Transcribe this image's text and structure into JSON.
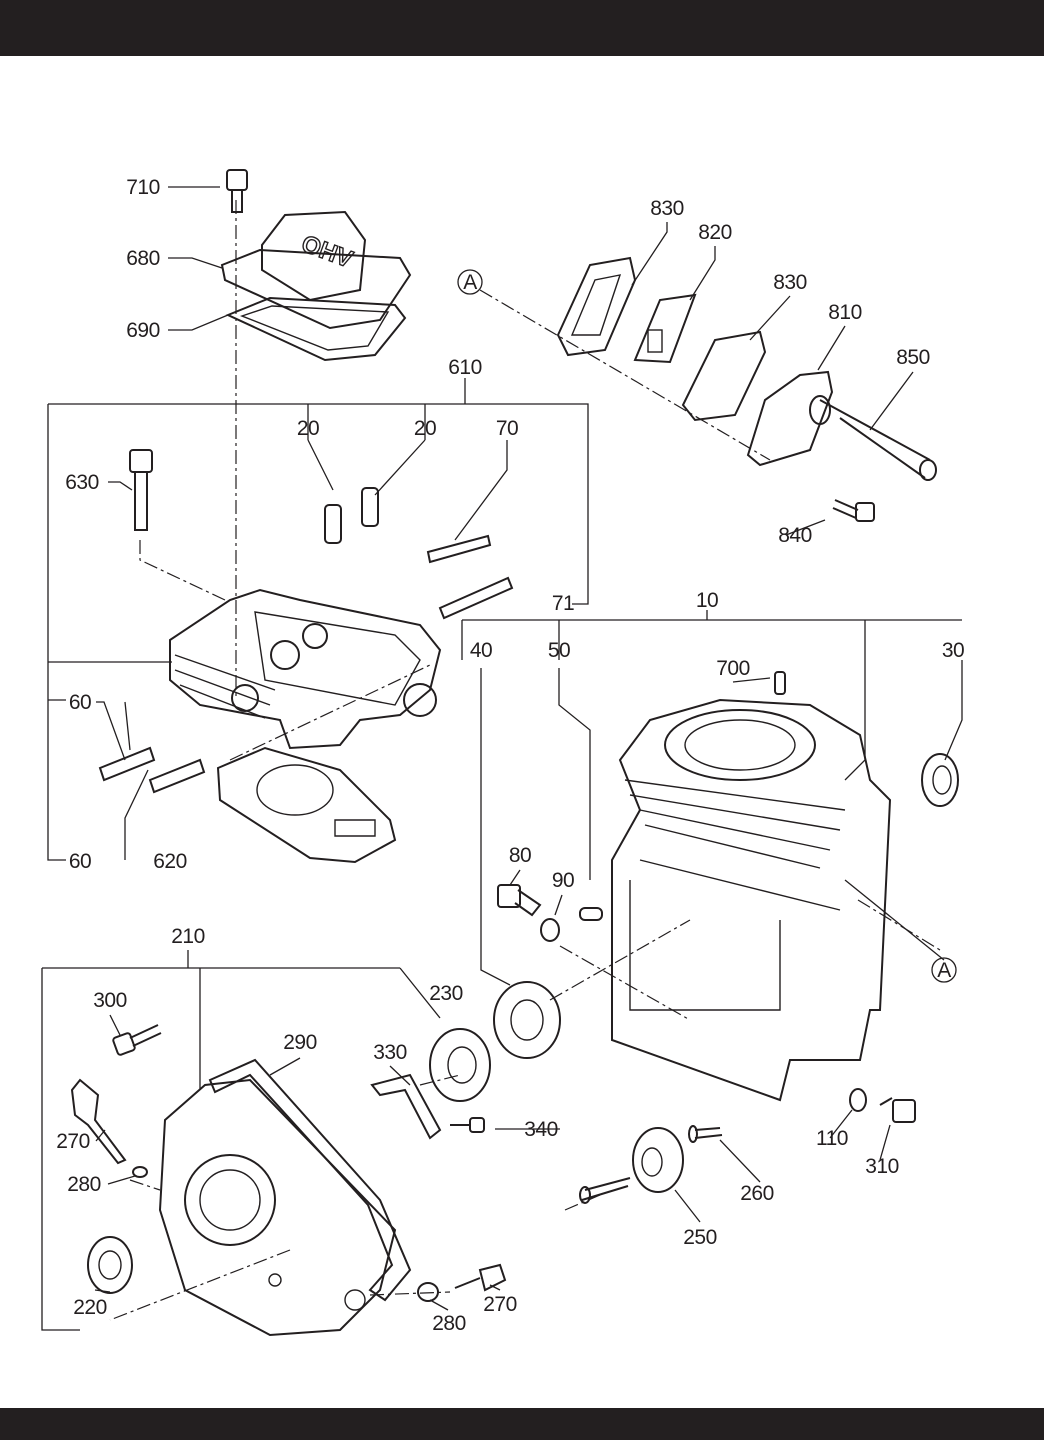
{
  "page": {
    "bar_color": "#231f20",
    "line_color": "#231f20"
  },
  "diagram": {
    "cover_marking": "OHV",
    "callouts": [
      "710",
      "680",
      "690",
      "610",
      "20",
      "20",
      "70",
      "630",
      "830",
      "820",
      "830",
      "810",
      "850",
      "A",
      "840",
      "10",
      "40",
      "50",
      "30",
      "71",
      "700",
      "60",
      "60",
      "620",
      "80",
      "90",
      "A",
      "210",
      "300",
      "230",
      "290",
      "330",
      "340",
      "270",
      "280",
      "110",
      "310",
      "260",
      "250",
      "220",
      "280",
      "270"
    ]
  }
}
